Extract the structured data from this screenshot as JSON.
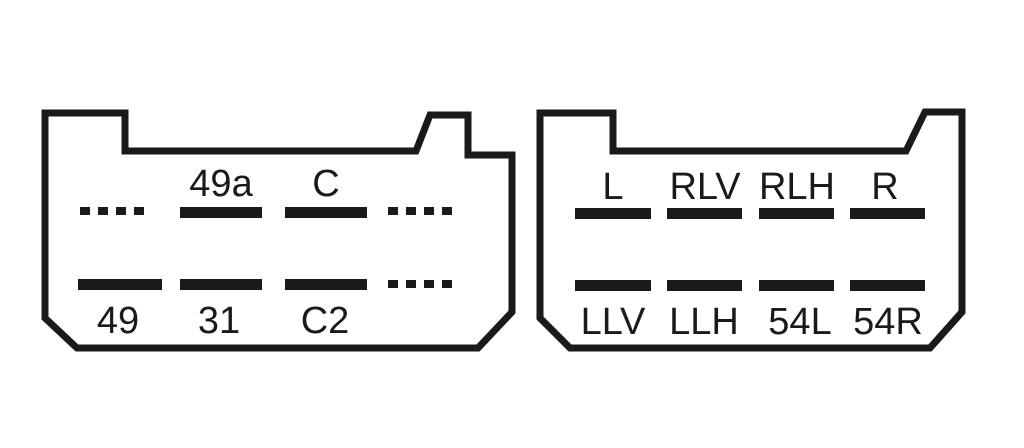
{
  "connectors": [
    {
      "name": "left-connector",
      "top_row": [
        {
          "label": "",
          "type": "unused"
        },
        {
          "label": "49a",
          "type": "pin"
        },
        {
          "label": "C",
          "type": "pin"
        },
        {
          "label": "",
          "type": "unused"
        }
      ],
      "bottom_row": [
        {
          "label": "49",
          "type": "pin"
        },
        {
          "label": "31",
          "type": "pin"
        },
        {
          "label": "C2",
          "type": "pin"
        },
        {
          "label": "",
          "type": "unused"
        }
      ]
    },
    {
      "name": "right-connector",
      "top_row": [
        {
          "label": "L",
          "type": "pin"
        },
        {
          "label": "RLV",
          "type": "pin"
        },
        {
          "label": "RLH",
          "type": "pin"
        },
        {
          "label": "R",
          "type": "pin"
        }
      ],
      "bottom_row": [
        {
          "label": "LLV",
          "type": "pin"
        },
        {
          "label": "LLH",
          "type": "pin"
        },
        {
          "label": "54L",
          "type": "pin"
        },
        {
          "label": "54R",
          "type": "pin"
        }
      ]
    }
  ],
  "colors": {
    "line": "#1a1a1a",
    "background": "#ffffff"
  }
}
